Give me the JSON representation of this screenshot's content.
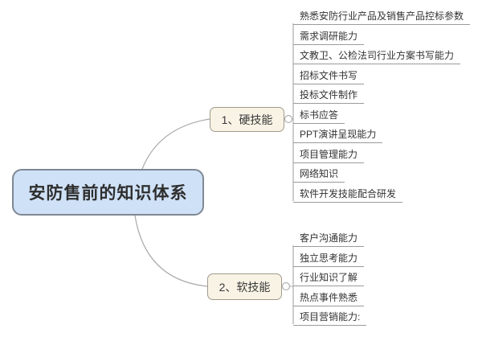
{
  "root": {
    "label": "安防售前的知识体系"
  },
  "branches": [
    {
      "label": "1、硬技能",
      "children": [
        "熟悉安防行业产品及销售产品控标参数",
        "需求调研能力",
        "文教卫、公检法司行业方案书写能力",
        "招标文件书写",
        "投标文件制作",
        "标书应答",
        "PPT演讲呈现能力",
        "项目管理能力",
        "网络知识",
        "软件开发技能配合研发"
      ]
    },
    {
      "label": "2、软技能",
      "children": [
        "客户沟通能力",
        "独立思考能力",
        "行业知识了解",
        "热点事件熟悉",
        "项目营销能力:"
      ]
    }
  ],
  "colors": {
    "root_fill": "#cfe1f6",
    "root_border": "#7f8894",
    "branch_fill": "#f9f3e6",
    "branch_border": "#a09a8c",
    "connector_line": "#a8a8a8",
    "leaf_underline": "#9b9b9b",
    "text": "#333333"
  }
}
